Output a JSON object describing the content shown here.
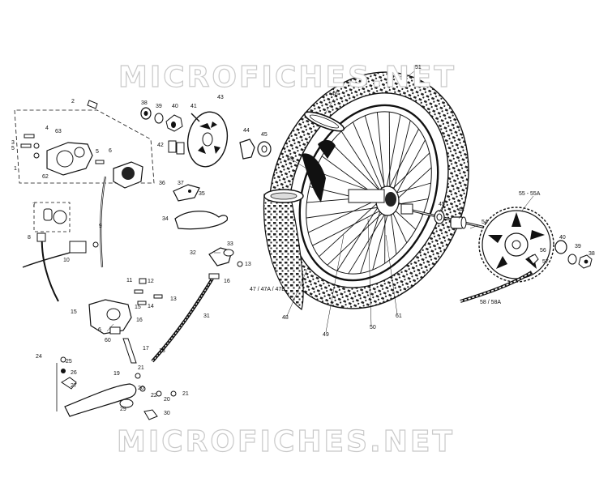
{
  "watermark": {
    "text_top": "MICROFICHES.NET",
    "text_bottom": "MICROFICHES.NET"
  },
  "callouts": {
    "c1": "1",
    "c2": "2",
    "c3": "3",
    "c4": "4",
    "c5": "5",
    "c5b": "5",
    "c6": "6",
    "c6b": "6",
    "c7": "7",
    "c8": "8",
    "c9": "9",
    "c10": "10",
    "c11": "11",
    "c12": "12",
    "c13": "13",
    "c13b": "13",
    "c14": "14",
    "c15": "15",
    "c16": "16",
    "c17": "17",
    "c18": "18",
    "c19": "19",
    "c20": "20",
    "c20b": "20",
    "c21": "21",
    "c21b": "21",
    "c22": "22",
    "c24": "24",
    "c25": "25",
    "c26": "26",
    "c27": "27",
    "c29": "29",
    "c30": "30",
    "c31": "31",
    "c32": "32",
    "c33": "33",
    "c34": "34",
    "c35": "35",
    "c36": "36",
    "c37": "37",
    "c38": "38",
    "c38b": "38",
    "c39": "39",
    "c39b": "39",
    "c40": "40",
    "c40b": "40",
    "c41": "41",
    "c42": "42",
    "c43": "43",
    "c44": "44",
    "c44b": "44",
    "c45": "45",
    "c45b": "45",
    "c46": "46",
    "c47": "47 / 47A / 47B",
    "c48": "48",
    "c49": "49",
    "c50": "50",
    "c51": "51",
    "c54": "54",
    "c55": "55 - 55A",
    "c56": "56",
    "c57": "57",
    "c58": "58 / 58A",
    "c59": "59",
    "c60": "60",
    "c61": "61",
    "c62": "62",
    "c63": "63"
  }
}
